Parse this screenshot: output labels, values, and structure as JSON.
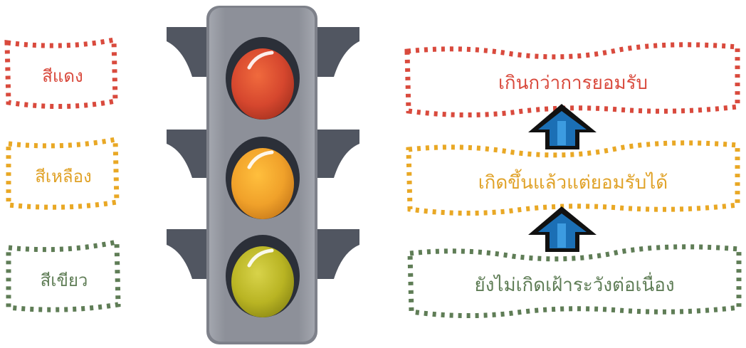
{
  "colors": {
    "red": "#d94a3d",
    "yellow": "#e9a825",
    "green": "#5f7d56",
    "pole": "#555a66",
    "housing": "#8f929b",
    "arrow_fill": "#1b6fb5",
    "arrow_outline": "#111111"
  },
  "left_labels": {
    "red": "สีแดง",
    "yellow": "สีเหลือง",
    "green": "สีเขียว"
  },
  "right_labels": {
    "top": "เกินกว่าการยอมรับ",
    "middle": "เกิดขึ้นแล้วแต่ยอมรับได้",
    "bottom": "ยังไม่เกิดเฝ้าระวังต่อเนื่อง"
  },
  "icons": {
    "traffic_light": "traffic-light-icon",
    "arrow": "up-arrow-icon"
  }
}
